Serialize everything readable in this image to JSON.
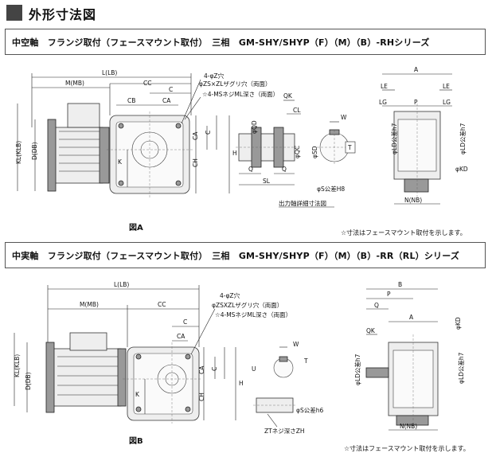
{
  "page_title": "外形寸法図",
  "section_a": {
    "caption": "中空軸　フランジ取付（フェースマウント取付）　三相　GM-SHY/SHYP（F）（M）（B）-RHシリーズ",
    "figure_label": "図A",
    "shaft_detail_label": "出力軸詳細寸法図",
    "note": "☆寸法はフェースマウント取付を示します。",
    "callouts": [
      "4-φZ穴",
      "φZS×ZLザグリ穴（両面）",
      "☆4-MSネジML深さ（両面）"
    ],
    "dims": {
      "L": "L(LB)",
      "M": "M(MB)",
      "CC": "CC",
      "C": "C",
      "CB": "CB",
      "CA": "CA",
      "QK": "QK",
      "CL": "CL",
      "W": "W",
      "T": "T",
      "D": "D(DB)",
      "KL": "KL(KLB)",
      "K": "K",
      "H": "H",
      "CH": "CH",
      "CA_v": "CA",
      "C_v": "C",
      "QD": "φQD",
      "QC": "φQC",
      "SD": "φSD",
      "Q1": "Q",
      "Q2": "Q",
      "SL": "SL",
      "S": "φS公差H8",
      "A": "A",
      "LE1": "LE",
      "LE2": "LE",
      "LG1": "LG",
      "LG2": "LG",
      "P": "P",
      "LD1": "φLD公差h7",
      "LD2": "φLD公差h7",
      "KD": "φKD",
      "N": "N(NB)"
    }
  },
  "section_b": {
    "caption": "中実軸　フランジ取付（フェースマウント取付）　三相　GM-SHY/SHYP（F）（M）（B）-RR（RL）シリーズ",
    "figure_label": "図B",
    "note": "☆寸法はフェースマウント取付を示します。",
    "callouts": [
      "4-φZ穴",
      "φZSXZLザグリ穴（両面）",
      "☆4-MSネジML深さ（両面）"
    ],
    "dims": {
      "L": "L(LB)",
      "M": "M(MB)",
      "CC": "CC",
      "C": "C",
      "CA": "CA",
      "KL": "KL(KLB)",
      "D": "D(DB)",
      "K": "K",
      "H": "H",
      "CH": "CH",
      "CA_v": "CA",
      "C_v": "C",
      "W": "W",
      "U": "U",
      "T": "T",
      "S": "φS公差h6",
      "ZT": "ZTネジ深さZH",
      "B": "B",
      "P": "P",
      "Q": "Q",
      "QK": "QK",
      "A": "A",
      "KD": "φKD",
      "LD1": "φLD公差h7",
      "LD2": "φLD公差h7",
      "N": "N(NB)"
    }
  }
}
